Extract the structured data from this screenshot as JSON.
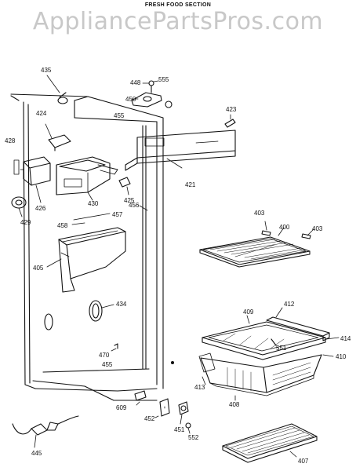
{
  "header": {
    "section_title": "FRESH FOOD SECTION",
    "watermark": "AppliancePartsPros.com"
  },
  "parts": [
    {
      "id": "p435",
      "label": "435"
    },
    {
      "id": "p448",
      "label": "448"
    },
    {
      "id": "p555",
      "label": "555"
    },
    {
      "id": "p450",
      "label": "450"
    },
    {
      "id": "p423",
      "label": "423"
    },
    {
      "id": "p424",
      "label": "424"
    },
    {
      "id": "p455a",
      "label": "455"
    },
    {
      "id": "p428",
      "label": "428"
    },
    {
      "id": "p426",
      "label": "426"
    },
    {
      "id": "p430",
      "label": "430"
    },
    {
      "id": "p425",
      "label": "425"
    },
    {
      "id": "p421",
      "label": "421"
    },
    {
      "id": "p429",
      "label": "429"
    },
    {
      "id": "p457",
      "label": "457"
    },
    {
      "id": "p456",
      "label": "456"
    },
    {
      "id": "p458",
      "label": "458"
    },
    {
      "id": "p403a",
      "label": "403"
    },
    {
      "id": "p400",
      "label": "400"
    },
    {
      "id": "p403b",
      "label": "403"
    },
    {
      "id": "p405",
      "label": "405"
    },
    {
      "id": "p434",
      "label": "434"
    },
    {
      "id": "p412",
      "label": "412"
    },
    {
      "id": "p409",
      "label": "409"
    },
    {
      "id": "p414",
      "label": "414"
    },
    {
      "id": "p551",
      "label": "551"
    },
    {
      "id": "p470",
      "label": "470"
    },
    {
      "id": "p455b",
      "label": "455"
    },
    {
      "id": "p410",
      "label": "410"
    },
    {
      "id": "p413",
      "label": "413"
    },
    {
      "id": "p408",
      "label": "408"
    },
    {
      "id": "p609",
      "label": "609"
    },
    {
      "id": "p452",
      "label": "452"
    },
    {
      "id": "p451",
      "label": "451"
    },
    {
      "id": "p552",
      "label": "552"
    },
    {
      "id": "p445",
      "label": "445"
    },
    {
      "id": "p407",
      "label": "407"
    }
  ]
}
